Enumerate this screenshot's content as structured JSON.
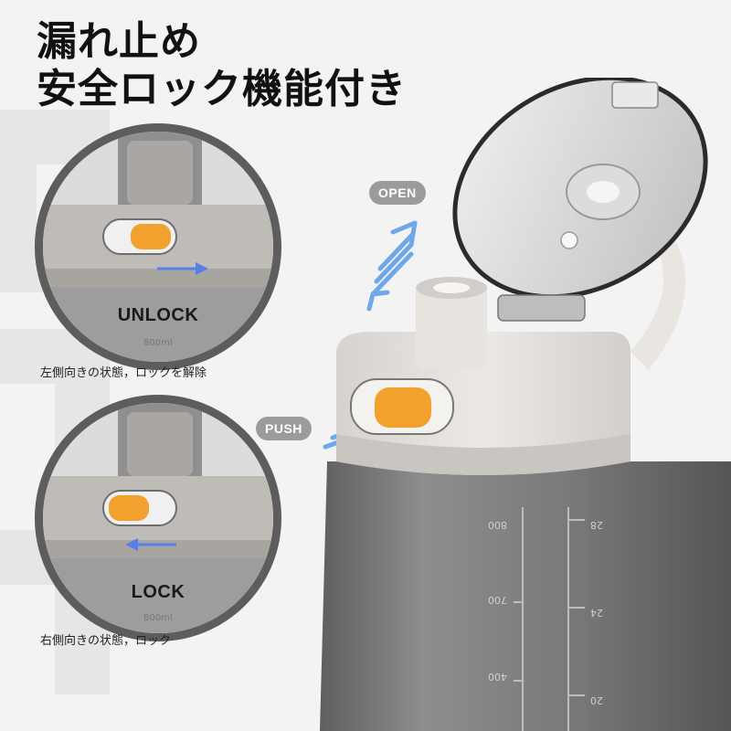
{
  "heading": {
    "line1": "漏れ止め",
    "line2": "安全ロック機能付き"
  },
  "unlock_panel": {
    "label": "UNLOCK",
    "caption": "左側向きの状態，ロックを解除",
    "arrow_direction": "right",
    "volume_mark": "800ml"
  },
  "lock_panel": {
    "label": "LOCK",
    "caption": "右側向きの状態，ロック",
    "arrow_direction": "left",
    "volume_mark": "800ml"
  },
  "badges": {
    "open": "OPEN",
    "push": "PUSH"
  },
  "scale": {
    "ml_marks": [
      "800",
      "700",
      "400"
    ],
    "oz_marks": [
      "28",
      "24",
      "20"
    ]
  },
  "colors": {
    "button": "#f2a12f",
    "arrow": "#5a7ee8",
    "accent_blue": "#5c9ce6",
    "bottle_cap": "#e6e3df",
    "bottle_body": "#7c7c7c",
    "ring": "#5d5d5d"
  },
  "icons": [
    "open-arrow-icon",
    "push-arrow-icon",
    "unlock-arrow-icon",
    "lock-arrow-icon"
  ]
}
